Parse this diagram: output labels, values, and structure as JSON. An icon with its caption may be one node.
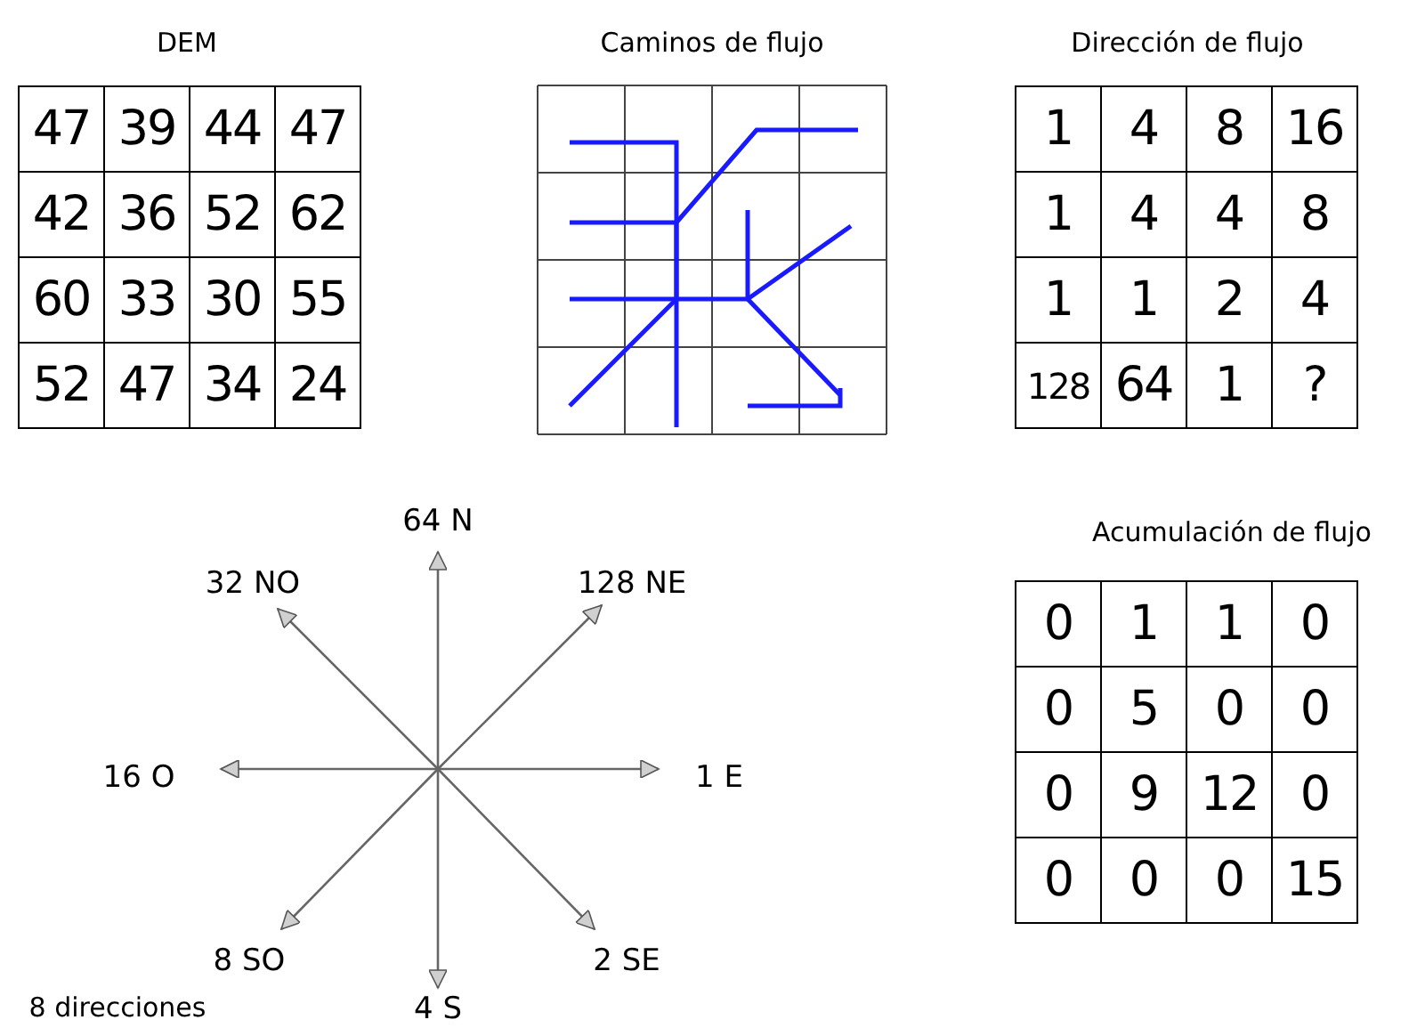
{
  "diagram": {
    "labels": [
      "DEM",
      "47",
      "39",
      "44",
      "47",
      "42",
      "36",
      "52",
      "62",
      "60",
      "33",
      "30",
      "55",
      "52",
      "47",
      "34",
      "24",
      "Caminos de flujo",
      "Dirección de flujo",
      "1",
      "4",
      "8",
      "16",
      "1",
      "4",
      "4",
      "8",
      "1",
      "1",
      "2",
      "4",
      "128",
      "64",
      "1",
      "?",
      "64 N",
      "32 NO",
      "128 NE",
      "16 O",
      "1 E",
      "8 SO",
      "2 SE",
      "4 S",
      "Acumulación de flujo",
      "0",
      "1",
      "1",
      "0",
      "0",
      "5",
      "0",
      "0",
      "0",
      "9",
      "12",
      "0",
      "0",
      "0",
      "0",
      "15",
      "8 direcciones"
    ]
  }
}
